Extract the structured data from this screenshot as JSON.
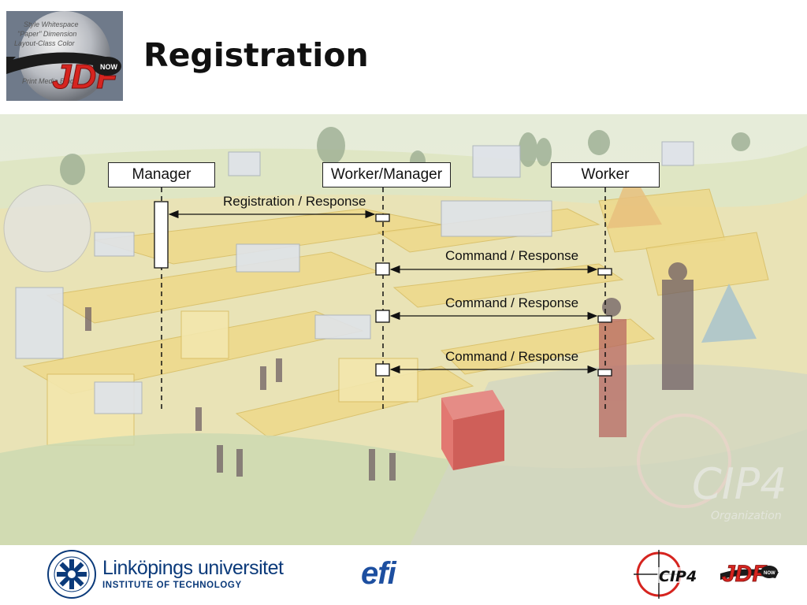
{
  "slide": {
    "title": "Registration"
  },
  "header": {
    "logo_icon": "jdf-now-globe-logo",
    "logo_text": "JDF",
    "logo_badge": "NOW"
  },
  "diagram": {
    "lifelines": [
      {
        "id": "manager",
        "label": "Manager"
      },
      {
        "id": "worker-manager",
        "label": "Worker/Manager"
      },
      {
        "id": "worker",
        "label": "Worker"
      }
    ],
    "messages": [
      {
        "label": "Registration / Response",
        "from": "manager",
        "to": "worker-manager"
      },
      {
        "label": "Command / Response",
        "from": "worker-manager",
        "to": "worker"
      },
      {
        "label": "Command / Response",
        "from": "worker-manager",
        "to": "worker"
      },
      {
        "label": "Command / Response",
        "from": "worker-manager",
        "to": "worker"
      }
    ]
  },
  "background": {
    "watermark_text": "CIP4",
    "watermark_sub": "Organization",
    "scene_icon": "office-maze-painting"
  },
  "footer": {
    "liu_name": "Linköpings universitet",
    "liu_sub": "INSTITUTE OF TECHNOLOGY",
    "efi_text": "efi",
    "cip4_text": "CIP4",
    "jdf_text": "JDF",
    "jdf_badge": "NOW"
  },
  "colors": {
    "accent_red": "#d6241f",
    "liu_blue": "#0b3a7a",
    "efi_blue": "#1d4fa0"
  }
}
